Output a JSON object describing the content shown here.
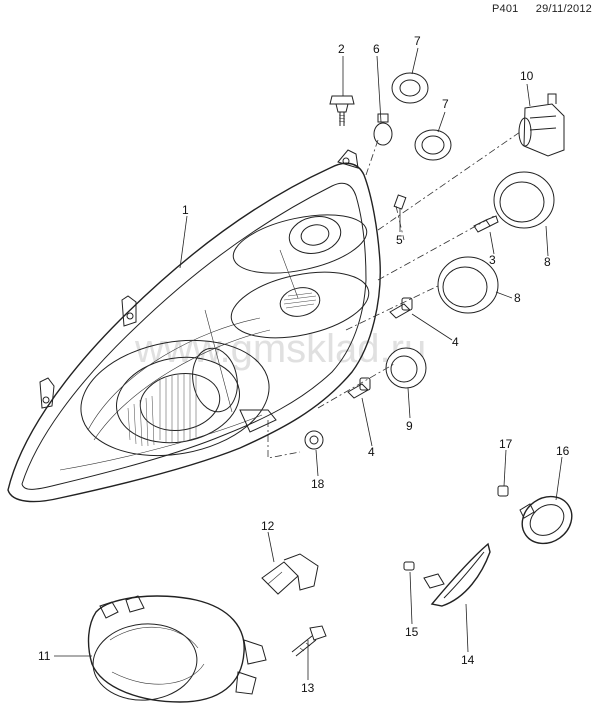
{
  "header": {
    "page_code": "P401",
    "date": "29/11/2012"
  },
  "watermark": "www.gmsklad.ru",
  "labels": {
    "l1": "1",
    "l2": "2",
    "l3": "3",
    "l4a": "4",
    "l4b": "4",
    "l5": "5",
    "l6": "6",
    "l7a": "7",
    "l7b": "7",
    "l8a": "8",
    "l8b": "8",
    "l9": "9",
    "l10": "10",
    "l11": "11",
    "l12": "12",
    "l13": "13",
    "l14": "14",
    "l15": "15",
    "l16": "16",
    "l17": "17",
    "l18": "18"
  }
}
